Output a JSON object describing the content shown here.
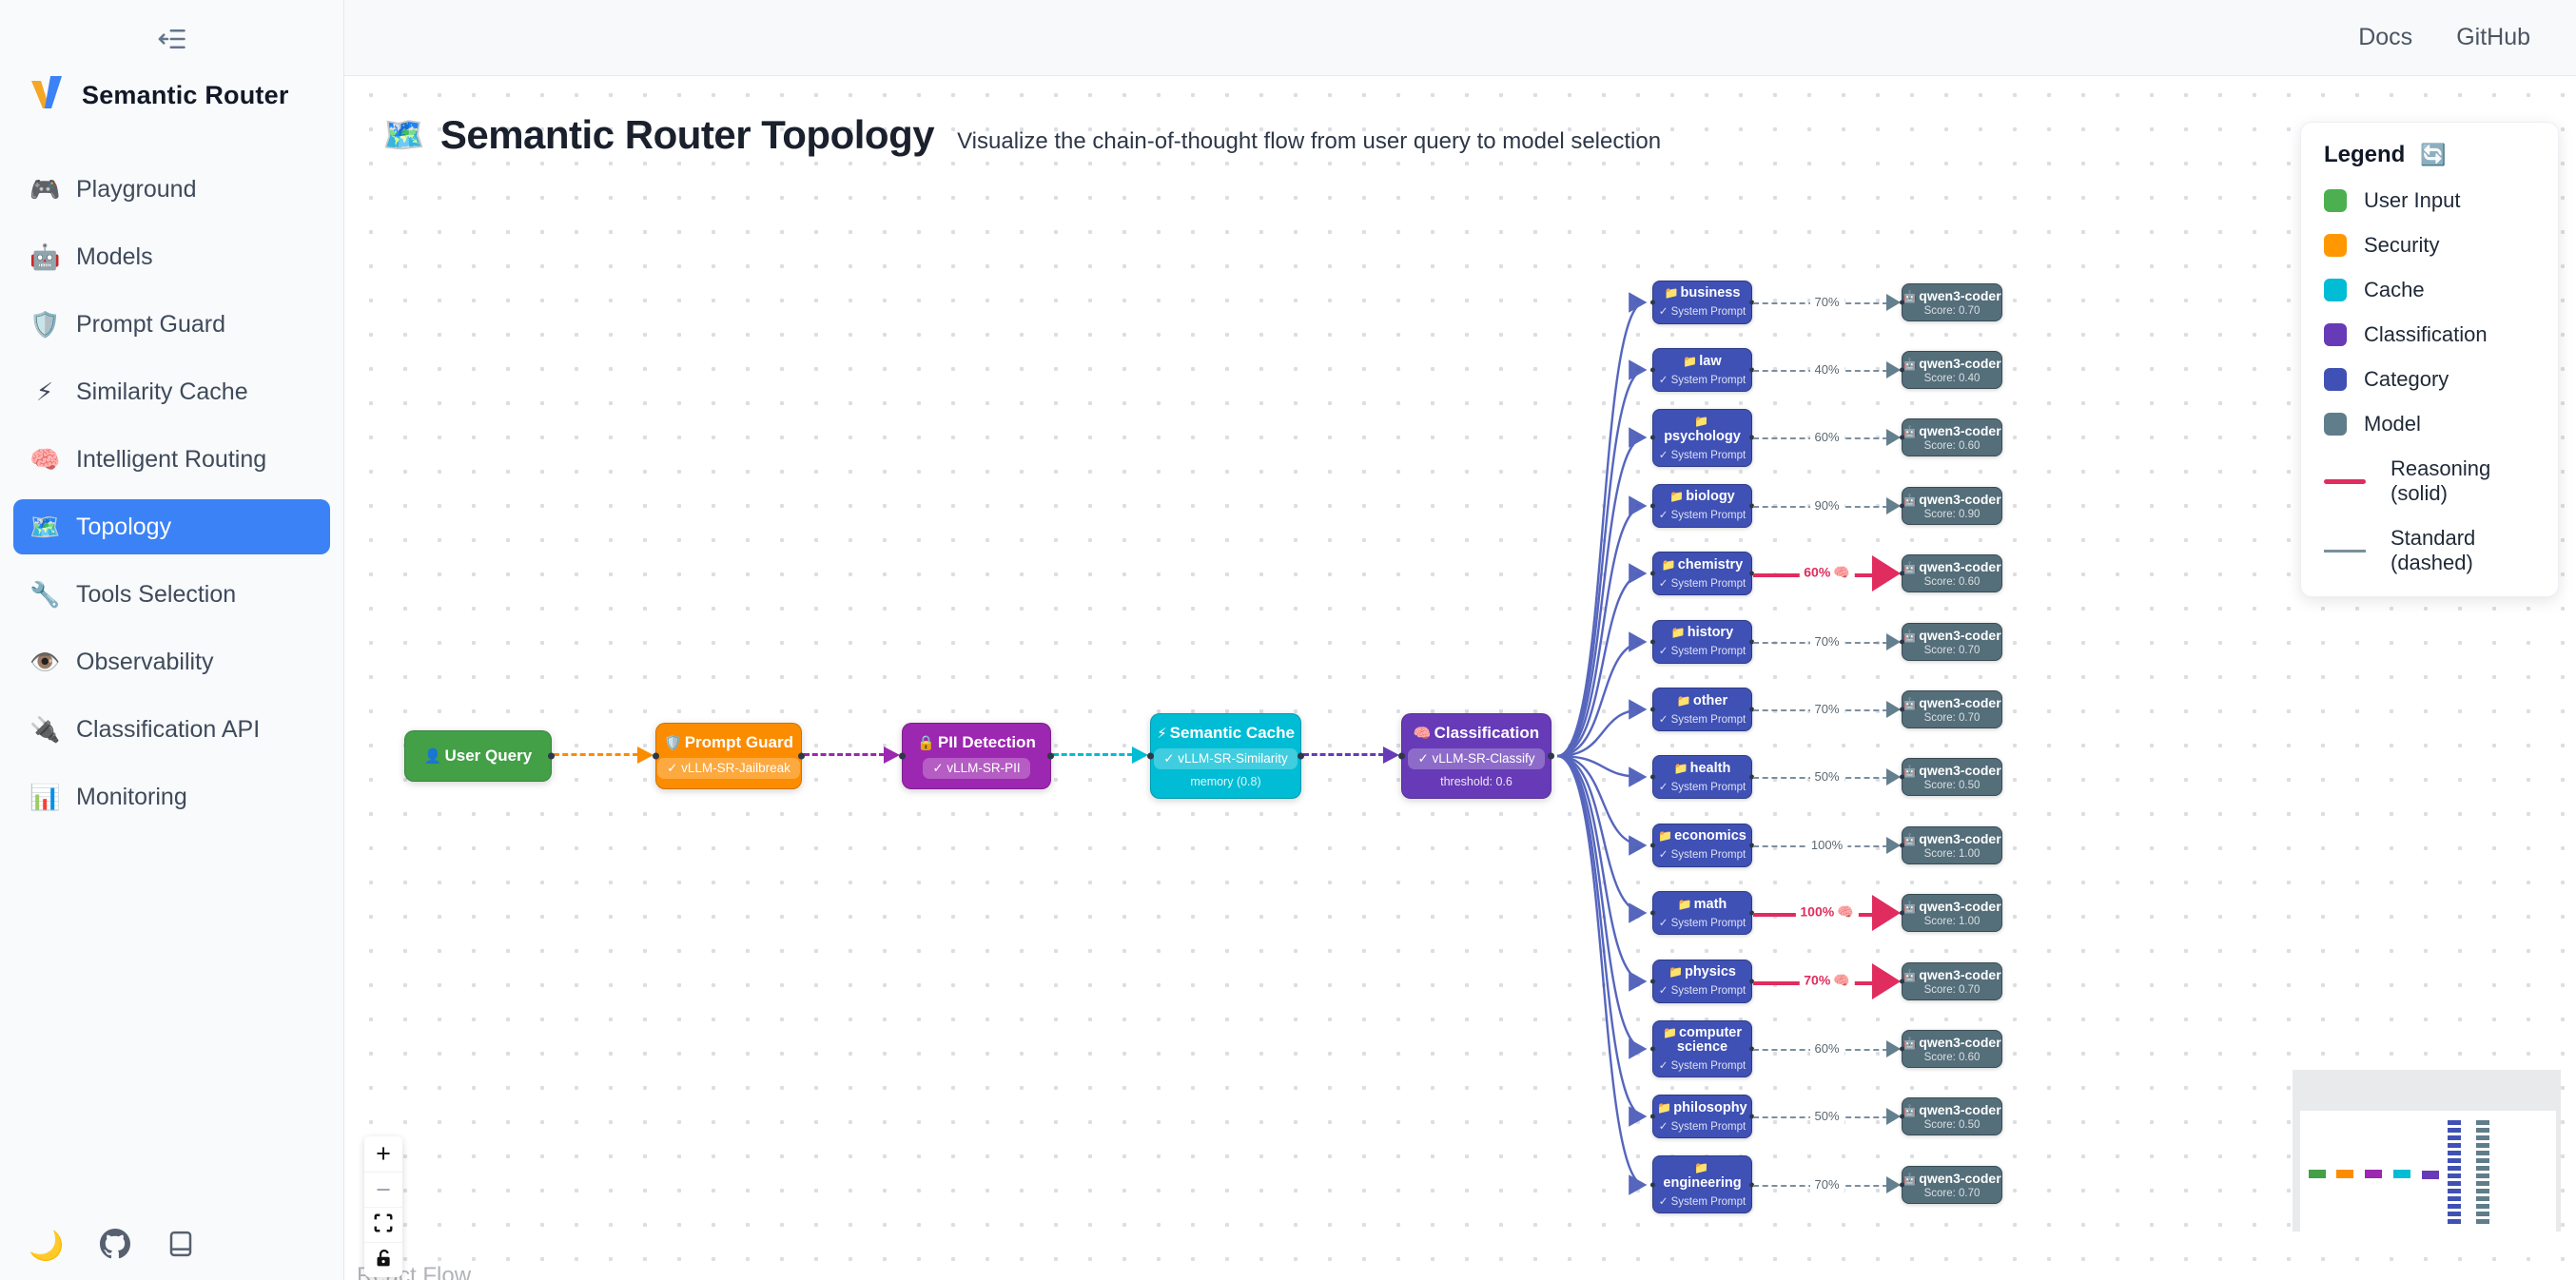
{
  "header": {
    "links": [
      {
        "label": "Docs"
      },
      {
        "label": "GitHub"
      }
    ]
  },
  "sidebar": {
    "brand": "Semantic Router",
    "items": [
      {
        "icon": "🎮",
        "label": "Playground",
        "active": false
      },
      {
        "icon": "🤖",
        "label": "Models",
        "active": false
      },
      {
        "icon": "🛡️",
        "label": "Prompt Guard",
        "active": false
      },
      {
        "icon": "⚡",
        "label": "Similarity Cache",
        "active": false
      },
      {
        "icon": "🧠",
        "label": "Intelligent Routing",
        "active": false
      },
      {
        "icon": "🗺️",
        "label": "Topology",
        "active": true
      },
      {
        "icon": "🔧",
        "label": "Tools Selection",
        "active": false
      },
      {
        "icon": "👁️",
        "label": "Observability",
        "active": false
      },
      {
        "icon": "🔌",
        "label": "Classification API",
        "active": false
      },
      {
        "icon": "📊",
        "label": "Monitoring",
        "active": false
      }
    ],
    "footer": {
      "theme_icon": "🌙"
    }
  },
  "page": {
    "icon": "🗺️",
    "title": "Semantic Router Topology",
    "subtitle": "Visualize the chain-of-thought flow from user query to model selection"
  },
  "legend": {
    "title": "Legend",
    "refresh_icon": "🔄",
    "items": [
      {
        "label": "User Input",
        "color": "#4caf50"
      },
      {
        "label": "Security",
        "color": "#ff9800"
      },
      {
        "label": "Cache",
        "color": "#00bcd4"
      },
      {
        "label": "Classification",
        "color": "#673ab7"
      },
      {
        "label": "Category",
        "color": "#3f51b5"
      },
      {
        "label": "Model",
        "color": "#607d8b"
      }
    ],
    "edge_types": [
      {
        "label": "Reasoning (solid)",
        "color": "#e02c5e"
      },
      {
        "label": "Standard (dashed)",
        "color": "#78909c"
      }
    ]
  },
  "pipeline": {
    "nodes": [
      {
        "icon": "👤",
        "title": "User Query",
        "color": "#43a047"
      },
      {
        "icon": "🛡️",
        "title": "Prompt Guard",
        "badge": "✓ vLLM-SR-Jailbreak",
        "color": "#fb8c00"
      },
      {
        "icon": "🔒",
        "title": "PII Detection",
        "badge": "✓ vLLM-SR-PII",
        "color": "#9c27b0"
      },
      {
        "icon": "⚡",
        "title": "Semantic Cache",
        "badge": "✓ vLLM-SR-Similarity",
        "meta": "memory (0.8)",
        "color": "#00bcd4"
      },
      {
        "icon": "🧠",
        "title": "Classification",
        "badge": "✓ vLLM-SR-Classify",
        "meta": "threshold: 0.6",
        "color": "#673ab7"
      }
    ]
  },
  "flow": {
    "category_icon": "📁",
    "model_icon": "🤖",
    "brain_icon": "🧠",
    "system_prompt": "✓ System Prompt",
    "categories": [
      {
        "label": "business",
        "confidence": "70%",
        "model": "qwen3-coder",
        "score": "Score: 0.70",
        "reasoning": false
      },
      {
        "label": "law",
        "confidence": "40%",
        "model": "qwen3-coder",
        "score": "Score: 0.40",
        "reasoning": false
      },
      {
        "label": "psychology",
        "confidence": "60%",
        "model": "qwen3-coder",
        "score": "Score: 0.60",
        "reasoning": false
      },
      {
        "label": "biology",
        "confidence": "90%",
        "model": "qwen3-coder",
        "score": "Score: 0.90",
        "reasoning": false
      },
      {
        "label": "chemistry",
        "confidence": "60%",
        "model": "qwen3-coder",
        "score": "Score: 0.60",
        "reasoning": true
      },
      {
        "label": "history",
        "confidence": "70%",
        "model": "qwen3-coder",
        "score": "Score: 0.70",
        "reasoning": false
      },
      {
        "label": "other",
        "confidence": "70%",
        "model": "qwen3-coder",
        "score": "Score: 0.70",
        "reasoning": false
      },
      {
        "label": "health",
        "confidence": "50%",
        "model": "qwen3-coder",
        "score": "Score: 0.50",
        "reasoning": false
      },
      {
        "label": "economics",
        "confidence": "100%",
        "model": "qwen3-coder",
        "score": "Score: 1.00",
        "reasoning": false
      },
      {
        "label": "math",
        "confidence": "100%",
        "model": "qwen3-coder",
        "score": "Score: 1.00",
        "reasoning": true
      },
      {
        "label": "physics",
        "confidence": "70%",
        "model": "qwen3-coder",
        "score": "Score: 0.70",
        "reasoning": true
      },
      {
        "label": "computer science",
        "confidence": "60%",
        "model": "qwen3-coder",
        "score": "Score: 0.60",
        "reasoning": false
      },
      {
        "label": "philosophy",
        "confidence": "50%",
        "model": "qwen3-coder",
        "score": "Score: 0.50",
        "reasoning": false
      },
      {
        "label": "engineering",
        "confidence": "70%",
        "model": "qwen3-coder",
        "score": "Score: 0.70",
        "reasoning": false
      }
    ]
  },
  "controls": {
    "zoom_in": "+",
    "zoom_out": "−"
  },
  "attribution": "React Flow"
}
